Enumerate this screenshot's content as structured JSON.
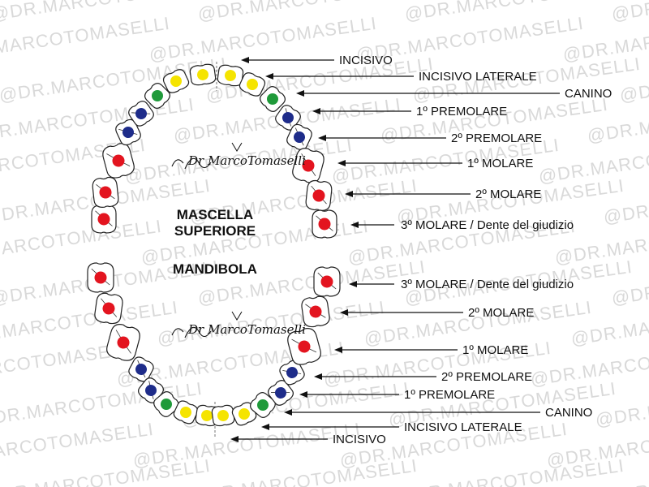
{
  "watermark": "@DR.MARCOTOMASELLI",
  "signature": "Dr MarcoTomaselli",
  "jaws": {
    "upper": {
      "line1": "MASCELLA",
      "line2": "SUPERIORE"
    },
    "lower": {
      "line1": "MANDIBOLA"
    }
  },
  "legend_colors": {
    "incisivo": "#f5e400",
    "canino": "#1f9a3a",
    "premolare": "#1e2c8a",
    "molare": "#e3141f"
  },
  "upper_labels": [
    "INCISIVO",
    "INCISIVO LATERALE",
    "CANINO",
    "1º PREMOLARE",
    "2º PREMOLARE",
    "1º MOLARE",
    "2º MOLARE",
    "3º MOLARE / Dente del giudizio"
  ],
  "lower_labels": [
    "3º MOLARE / Dente del giudizio",
    "2º MOLARE",
    "1º MOLARE",
    "2º PREMOLARE",
    "1º PREMOLARE",
    "CANINO",
    "INCISIVO LATERALE",
    "INCISIVO"
  ]
}
